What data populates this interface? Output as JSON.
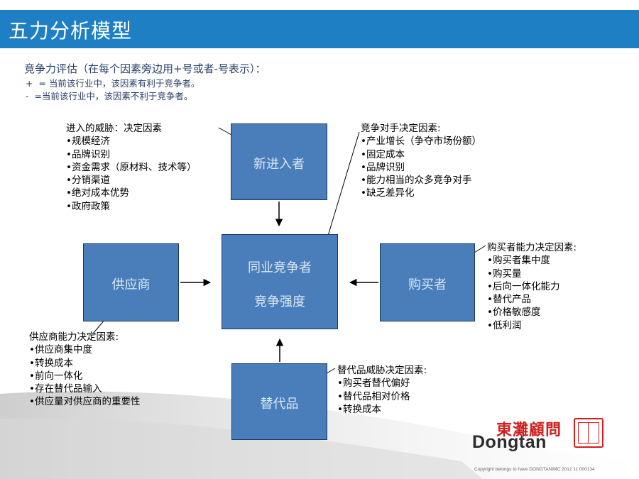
{
  "title": "五力分析模型",
  "intro": "竞争力评估（在每个因素旁边用+号或者-号表示）：",
  "rules": {
    "plus": "+  = 当前该行业中，该因素有利于竞争者。",
    "minus": "-  =当前该行业中，该因素不利于竞争者。"
  },
  "forces": {
    "entrant": "新进入者",
    "rivalry_line1": "同业竞争者",
    "rivalry_line2": "竞争强度",
    "supplier": "供应商",
    "buyer": "购买者",
    "substitute": "替代品"
  },
  "factors": {
    "entrant": {
      "heading": "进入的威胁：决定因素",
      "items": [
        "规模经济",
        "品牌识别",
        "资金需求（原材料、技术等）",
        "分销渠道",
        "绝对成本优势",
        "政府政策"
      ]
    },
    "rival": {
      "heading": "竞争对手决定因素:",
      "items": [
        "产业增长（争夺市场份额）",
        "固定成本",
        "品牌识别",
        "能力相当的众多竞争对手",
        "缺乏差异化"
      ]
    },
    "buyer": {
      "heading": "购买者能力决定因素:",
      "items": [
        "购买者集中度",
        "购买量",
        "后向一体化能力",
        "替代产品",
        "价格敏感度",
        "低利润"
      ]
    },
    "supplier": {
      "heading": "供应商能力决定因素:",
      "items": [
        "供应商集中度",
        "转换成本",
        "前向一体化",
        "存在替代品输入",
        "供应量对供应商的重要性"
      ]
    },
    "substitute": {
      "heading": "替代品威胁决定因素:",
      "items": [
        "购买者替代偏好",
        "替代品相对价格",
        "转换成本"
      ]
    }
  },
  "logo": {
    "cn": "東灘顧問",
    "en": "Dongtan"
  },
  "copyright": "Copyright belongs to have DONGTANIMC  2012 11 000134"
}
